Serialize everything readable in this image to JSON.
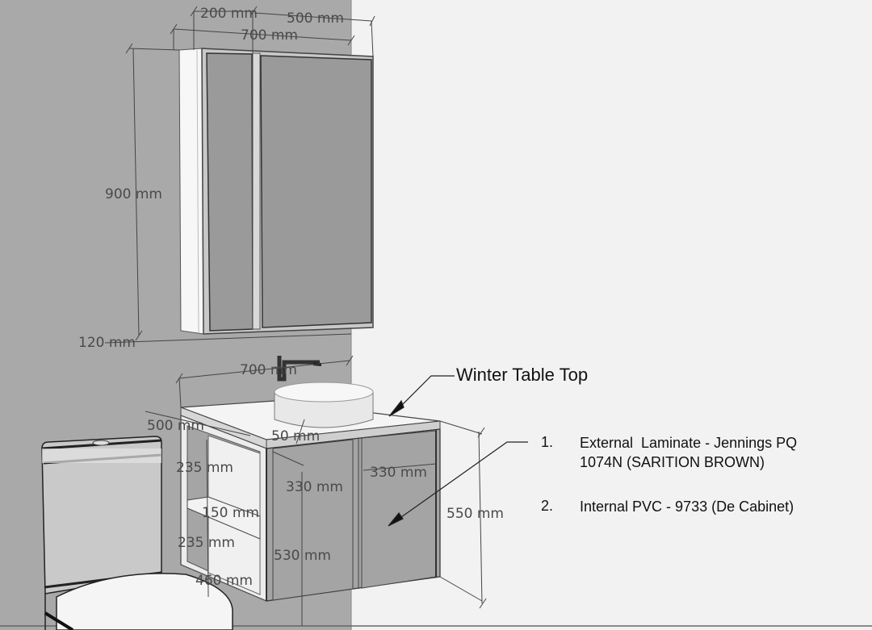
{
  "drawing": {
    "colors": {
      "wall": "#a9a9a9",
      "background": "#f2f2f2",
      "door": "#9a9a9a",
      "white": "#f7f7f7",
      "line": "#3a3a3a",
      "dimension_text": "#4a4a4a"
    },
    "mirror_cabinet": {
      "dims": {
        "width_side": "200 mm",
        "width_door": "500 mm",
        "width_total": "700 mm",
        "height": "900 mm",
        "depth": "120 mm"
      }
    },
    "vanity": {
      "dims": {
        "width": "700 mm",
        "depth": "500 mm",
        "top_thickness": "50 mm",
        "shelf_upper": "235 mm",
        "shelf_gap": "150 mm",
        "shelf_lower": "235 mm",
        "shelf_depth": "460 mm",
        "door_left": "330 mm",
        "door_right": "330 mm",
        "inner_height": "530 mm",
        "height": "550 mm"
      }
    },
    "callouts": {
      "table_top": "Winter Table Top"
    },
    "specs": [
      {
        "num": "1.",
        "line1": "External  Laminate - Jennings PQ",
        "line2": "1074N (SARITION BROWN)"
      },
      {
        "num": "2.",
        "line1": "Internal PVC - 9733 (De Cabinet)",
        "line2": ""
      }
    ]
  }
}
